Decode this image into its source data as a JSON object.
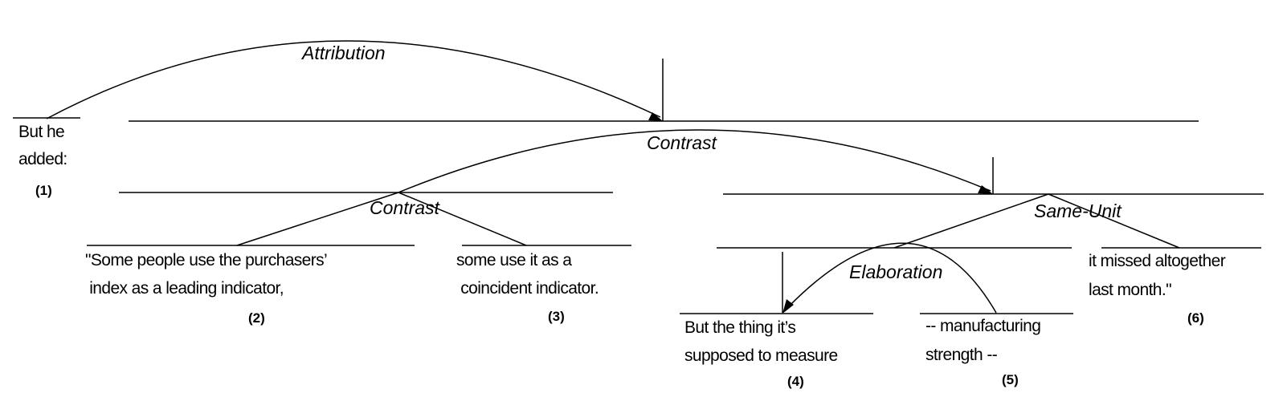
{
  "relations": {
    "attribution": "Attribution",
    "contrast_top": "Contrast",
    "contrast_left": "Contrast",
    "same_unit": "Same-Unit",
    "elaboration": "Elaboration"
  },
  "segments": [
    {
      "lines": [
        "But he",
        "added:"
      ],
      "number": "(1)"
    },
    {
      "lines": [
        "\"Some people use the purchasers’",
        " index as a leading indicator,"
      ],
      "number": "(2)"
    },
    {
      "lines": [
        "some use it as a",
        " coincident indicator."
      ],
      "number": "(3)"
    },
    {
      "lines": [
        "But the thing it’s",
        "supposed to measure"
      ],
      "number": "(4)"
    },
    {
      "lines": [
        "-- manufacturing",
        "strength --"
      ],
      "number": "(5)"
    },
    {
      "lines": [
        "it missed altogether",
        "last month.\""
      ],
      "number": "(6)"
    }
  ]
}
